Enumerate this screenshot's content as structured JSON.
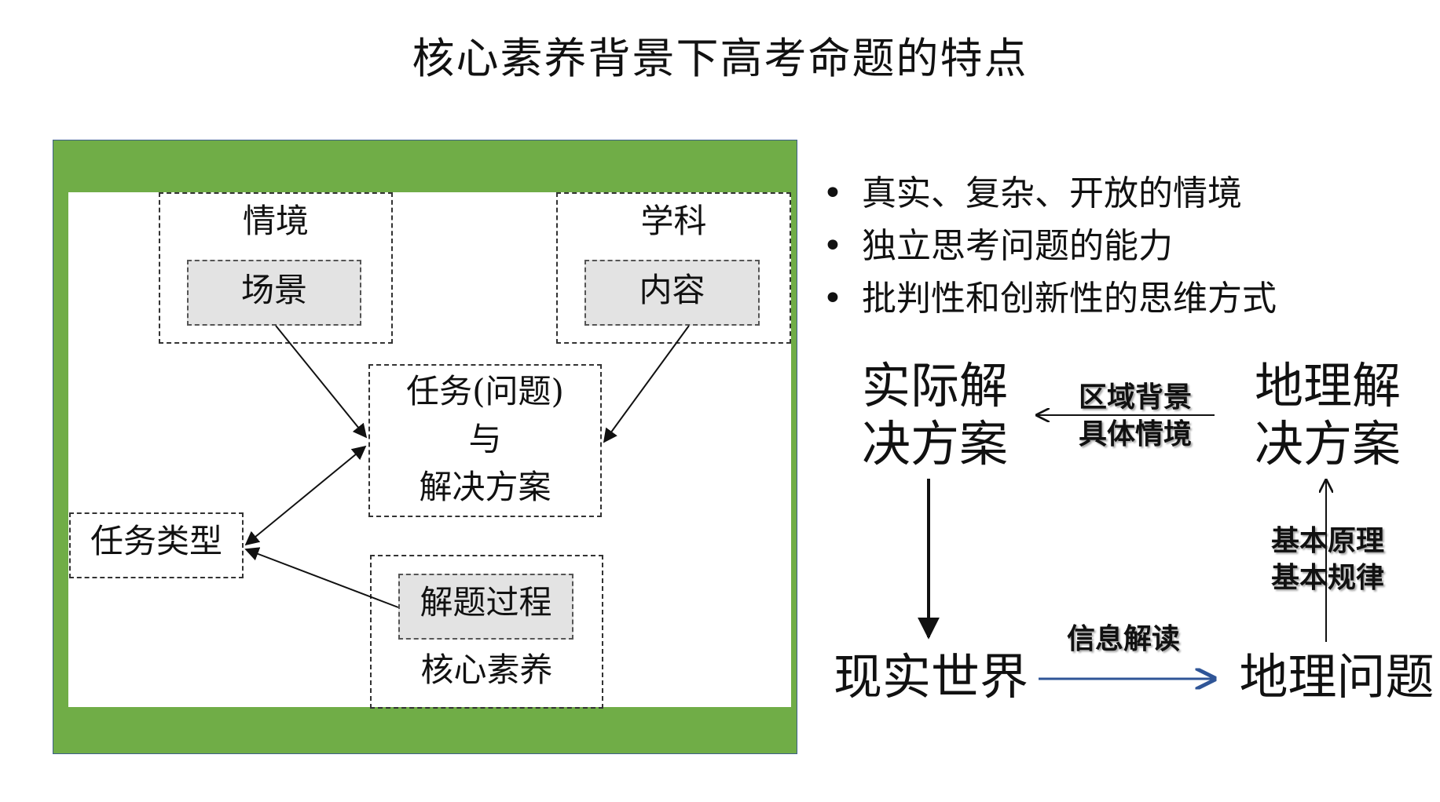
{
  "title": "核心素养背景下高考命题的特点",
  "figure": {
    "situation_box": "情境",
    "scene_box": "场景",
    "subject_box": "学科",
    "content_box": "内容",
    "task_box": [
      "任务(问题)",
      "与",
      "解决方案"
    ],
    "task_type_box": "任务类型",
    "process_box": "解题过程",
    "core_literacy": "核心素养"
  },
  "bullets": [
    "真实、复杂、开放的情境",
    "独立思考问题的能力",
    "批判性和创新性的思维方式"
  ],
  "flow": {
    "practical_solution": [
      "实际解",
      "决方案"
    ],
    "geo_solution": [
      "地理解",
      "决方案"
    ],
    "real_world": "现实世界",
    "geo_problem": "地理问题",
    "label_top": [
      "区域背景",
      "具体情境"
    ],
    "label_right": [
      "基本原理",
      "基本规律"
    ],
    "label_bottom": "信息解读"
  },
  "colors": {
    "frame_green": "#70ad47",
    "arrow_blue": "#2f5597"
  }
}
